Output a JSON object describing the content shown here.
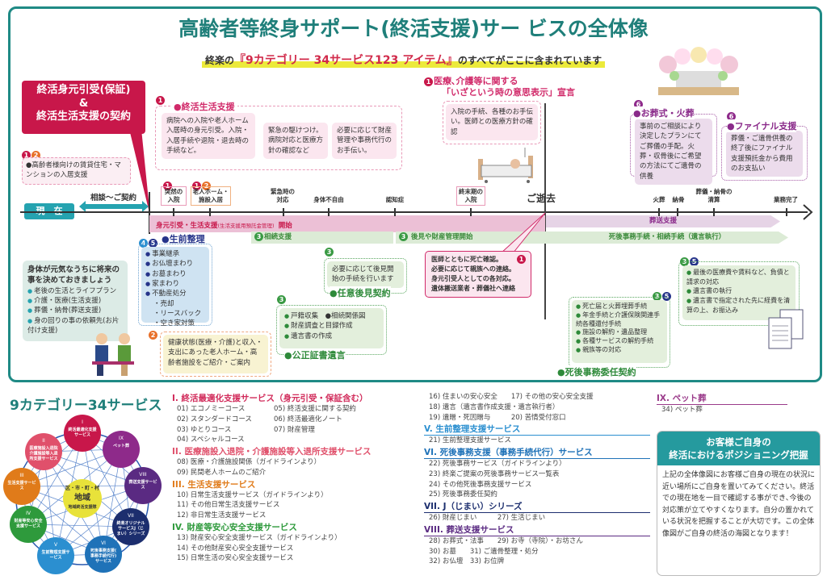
{
  "header": {
    "title": "高齢者等終身サポート(終活支援)サー ビスの全体像",
    "sub_pre": "終楽の",
    "sub_highlight": "『9カテゴリー 34サービス123 アイテム』",
    "sub_post": "のすべてがここに含まれています"
  },
  "contract": {
    "line1": "終活身元引受(保証)",
    "line2": "&",
    "line3": "終活生活支援の契約"
  },
  "rental": {
    "badges": [
      "1",
      "2"
    ],
    "text": "●高齢者様向けの賃貸住宅・マンションの入居支援"
  },
  "now_label": "現　在",
  "consult_label": "相談〜ご契約",
  "life_support": {
    "badge": "1",
    "heading": "●終活生活支援",
    "box1": "病院への入院や老人ホーム入居時の身元引受。入院・入居手続や退院・退去時の手続など。",
    "box2": "緊急の駆けつけ。病院対応と医療方針の確認など",
    "box3": "必要に応じて財産管理や事務代行のお手伝い。"
  },
  "medical": {
    "badge": "1",
    "heading1": "医療､介護等に関する",
    "heading2": "「いざという時の意思表示」宣言",
    "box": "入院の手続、各種のお手伝い。医師との医療方針の確認"
  },
  "funeral": {
    "badge": "6",
    "heading": "●お葬式・火葬",
    "box": "事前のご相談により決定したプランにてご葬儀の手配。火葬・収骨後にご希望の方法にてご遺骨の供養"
  },
  "final": {
    "badge": "6",
    "heading": "●ファイナル支援",
    "box": "葬儀・ご遺骨供養の終了後にファイナル支援預託金から費用のお支払い"
  },
  "timeline": {
    "sudden": {
      "badges": [
        "1"
      ],
      "label": "突然の入院"
    },
    "home": {
      "badges": [
        "1",
        "2"
      ],
      "label": "老人ホーム・施設入居"
    },
    "emergency": "緊急時の対応",
    "disabled": "身体不自由",
    "dementia": "認知症",
    "terminal": "終末期の入院",
    "death": "ご逝去",
    "cremation": "火葬",
    "interment": "納骨",
    "settlement": "葬儀・納骨の清算",
    "complete": "業務完了"
  },
  "bands": {
    "pink_main": "身元引受・生活支援",
    "pink_note": "(生活支援用預託金管理)",
    "pink_end": "開始",
    "funeral": "葬送支援",
    "inherit": "相続支援",
    "inherit_badge": "3",
    "guardian": "後見や財産管理開始",
    "guardian_badge": "3",
    "after": "死後事務手続・相続手続（遺言執行）"
  },
  "healthy": {
    "title": "身体が元気なうちに将来の事を決めておきましょう",
    "items": [
      "老後の生活とライフプラン",
      "介護・医療(生活支援)",
      "葬儀・納骨(葬送支援)",
      "身の回りの事の依頼先(お片付け支援)"
    ]
  },
  "seizen": {
    "badges": [
      "4",
      "5"
    ],
    "heading": "●生前整理",
    "items": [
      "事業継承",
      "お仏壇まわり",
      "お墓まわり",
      "家まわり",
      "不動産処分"
    ],
    "sub": [
      "・売却",
      "・リースバック",
      "・空き家対策"
    ]
  },
  "facility": {
    "badge": "2",
    "text": "健康状態(医療・介護)と収入・支出にあった老人ホーム・高齢者施設をご紹介・ご案内"
  },
  "guardian_contract": {
    "badge": "3",
    "text": "必要に応じて後見開始の手続を行います",
    "label": "●任意後見契約"
  },
  "will": {
    "badge": "3",
    "items": [
      "戸籍収集　●相続関係図",
      "財産調査と目録作成",
      "遺言書の作成"
    ],
    "label": "●公正証書遺言"
  },
  "death_box": {
    "badge": "1",
    "lines": [
      "医師とともに死亡確認。",
      "必要に応じて親族への連絡。",
      "身元引受人としての各対応。",
      "遺体搬送業者・葬儀社へ連絡"
    ]
  },
  "after_contract": {
    "badges": [
      "3",
      "5"
    ],
    "items": [
      "死亡届と火葬埋葬手続",
      "年金手続と介護保険関連手続各種還付手続",
      "施設の解約・遺品整理",
      "各種サービスの解約手続",
      "親族等の対応"
    ],
    "label": "●死後事務委任契約"
  },
  "estate": {
    "badges": [
      "3",
      "5"
    ],
    "items": [
      "最後の医療費や賃料など、負債と請求の対応",
      "遺言書の執行",
      "遺言書で指定された先に経費を清算の上、お振込み"
    ]
  },
  "diagram": {
    "title": "9カテゴリー34サービス",
    "center": {
      "top": "区・市・町・村",
      "main": "地域",
      "bottom": "地域終活支援隊"
    },
    "nodes": [
      {
        "num": "I",
        "label": "終活最適化支援サービス",
        "color": "#c8174a"
      },
      {
        "num": "IX",
        "label": "ペット葬",
        "color": "#8e2a8a"
      },
      {
        "num": "VIII",
        "label": "葬送支援サービス",
        "color": "#5a2a82"
      },
      {
        "num": "VII",
        "label": "終楽オリジナルサービスJ（じまい）シリーズ",
        "color": "#1c2e6e"
      },
      {
        "num": "VI",
        "label": "死後事務支援(事務手続代行)サービス",
        "color": "#1f72b8"
      },
      {
        "num": "V",
        "label": "生前整理支援サービス",
        "color": "#2b8fd0"
      },
      {
        "num": "IV",
        "label": "財産等安心安全支援サービス",
        "color": "#2e9a3c"
      },
      {
        "num": "III",
        "label": "生活支援サービス",
        "color": "#e07b1a"
      },
      {
        "num": "II",
        "label": "医療施設入退院介護施設等入退所支援サービス",
        "color": "#e0506b"
      }
    ]
  },
  "categories": {
    "c1": {
      "title": "I. 終活最適化支援サービス（身元引受・保証含む）",
      "color": "#d12a5a",
      "items": [
        "01) エコノミーコース",
        "02) スタンダードコース",
        "03) ゆとりコース",
        "04) スペシャルコース"
      ],
      "items2": [
        "05) 終活支援に関する契約",
        "06) 終活最適化ノート",
        "07) 財産管理"
      ]
    },
    "c2": {
      "title": "II. 医療施設入退院・介護施設等入退所支援サービス",
      "color": "#e0506b",
      "items": [
        "08) 医療・介護施設関係（ガイドラインより）",
        "09) 民間老人ホームのご紹介"
      ]
    },
    "c3": {
      "title": "III. 生活支援サービス",
      "color": "#e07b1a",
      "items": [
        "10) 日常生活支援サービス（ガイドラインより）",
        "11) その他日常生活支援サービス",
        "12) 非日常生活支援サービス"
      ]
    },
    "c4": {
      "title": "IV. 財産等安心安全支援サービス",
      "color": "#2e9a3c",
      "items": [
        "13) 財産安心安全支援サービス（ガイドラインより）",
        "14) その他財産安心安全支援サービス",
        "15) 日常生活の安心安全支援サービス",
        "16) 住まいの安心安全　　17) その他の安心安全支援",
        "18) 遺言（遺言書作成支援・遺言執行者）",
        "19) 遺贈・死因贈与　　　20) 苦情受付窓口"
      ]
    },
    "c5": {
      "title": "V. 生前整理支援サービス",
      "color": "#2b8fd0",
      "items": [
        "21) 生前整理支援サービス"
      ]
    },
    "c6": {
      "title": "VI. 死後事務支援（事務手続代行）サービス",
      "color": "#1f72b8",
      "items": [
        "22) 死後事務サービス（ガイドラインより）",
        "23) 終楽ご提案の死後事務サービス一覧表",
        "24) その他死後事務支援サービス",
        "25) 死後事務委任契約"
      ]
    },
    "c7": {
      "title": "VII. J（じまい）シリーズ",
      "color": "#1c2e6e",
      "items": [
        "26) 財産じまい　　　27) 生活じまい"
      ]
    },
    "c8": {
      "title": "VIII. 葬送支援サービス",
      "color": "#5a2a82",
      "items": [
        "28) お葬式・法事　　29) お寺（寺院）・お坊さん",
        "30) お墓　　31) ご遺骨整理・処分",
        "32) お仏壇　33) お位牌"
      ]
    },
    "c9": {
      "title": "IX. ペット葬",
      "color": "#9a3a8a",
      "items": [
        "34) ペット葬"
      ]
    }
  },
  "positioning": {
    "title1": "お客様ご自身の",
    "title2": "終活におけるポジショニング把握",
    "body": "上記の全体像図にお客様ご自身の現在の状況に近い場所にご自身を置いてみてください。終活での現在地を一目で確認する事ができ､今後の対応策が立てやすくなります。自分の置かれている状況を把握することが大切です。この全体像図がご自身の終活の海図となります！"
  },
  "colors": {
    "teal": "#1f8a85",
    "pink": "#c8174a",
    "band_pink": "#ecc0d6",
    "band_purple": "#e6d4e6",
    "band_green": "#dcebd6"
  }
}
